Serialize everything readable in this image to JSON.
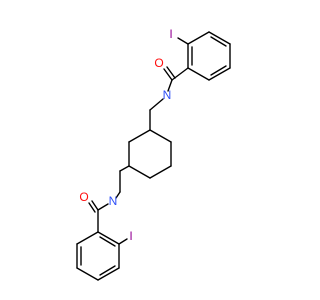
{
  "atoms": {
    "iodine_top": {
      "symbol": "I",
      "color": "#940094"
    },
    "oxygen_top": {
      "symbol": "O",
      "color": "#ff0d0d"
    },
    "nitrogen_top": {
      "symbol": "N",
      "color": "#3050f8"
    },
    "nitrogen_bottom": {
      "symbol": "N",
      "color": "#3050f8"
    },
    "oxygen_bottom": {
      "symbol": "O",
      "color": "#ff0d0d"
    },
    "iodine_bottom": {
      "symbol": "I",
      "color": "#940094"
    }
  },
  "bond_color": "#000000"
}
